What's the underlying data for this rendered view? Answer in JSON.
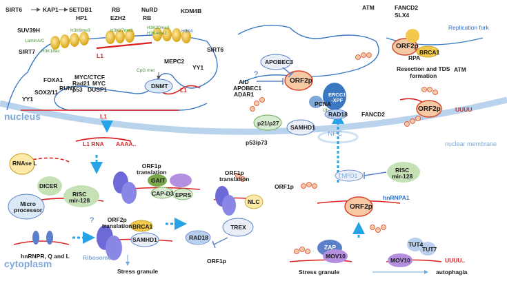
{
  "regulators_top": [
    "SIRT6",
    "KAP1",
    "SETDB1",
    "RB",
    "NuRD",
    "KDM4B"
  ],
  "chromatin": {
    "hp1": "HP1",
    "ezh2": "EZH2",
    "rb2": "RB",
    "h3k9me3": "H3K9me3",
    "h3k27me3": "H3K27me3",
    "h3k20me3": "H3K20me3",
    "h3k4me2": "H3K4me2",
    "h3k4": "H3K4",
    "suv39h": "SUV39H",
    "laminac": "LaminA/C",
    "sirt7": "SIRT7",
    "h3k18ac": "H3K18ac",
    "l1_chrom": "L1",
    "sirt6b": "SIRT6",
    "mepc2": "MEPC2",
    "cpg": "CpG met",
    "dnmt": "DNMT",
    "yy1b": "YY1",
    "l1_loop": "L1"
  },
  "tfs": {
    "foxa1": "FOXA1",
    "myc_ctcf": "MYC/CTCF",
    "sox2": "SOX2/11",
    "runx": "RUNX",
    "rad21": "Rad21",
    "myc": "MYC",
    "p53": "p53",
    "dusp1": "DUSP1",
    "yy1": "YY1",
    "l1_gene": "L1"
  },
  "nucleus": {
    "label": "nucleus",
    "npc": "NPC",
    "membrane": "nuclear membrane",
    "apobec3": "APOBEC3",
    "orf2p": "ORF2p",
    "aid_list": [
      "AID",
      "APOBEC1",
      "ADAR1"
    ],
    "q": "?",
    "ercc1": "ERCC1\n-XPF",
    "pcna": "PCNA",
    "ub": "Ub",
    "rad18": "RAD18",
    "fancd2": "FANCD2",
    "p21": "p21/p27",
    "p53p73": "p53/p73",
    "samhd1": "SAMHD1",
    "orf2p_right": "ORF2p",
    "uuuu": "UUUU"
  },
  "replication": {
    "atm": "ATM",
    "fancd2": "FANCD2",
    "slx4": "SLX4",
    "fork": "Replication fork",
    "orf2p": "ORF2p",
    "rpa": "RPA",
    "brca1": "BRCA1",
    "resection": "Resection and TDS\nformation",
    "atm2": "ATM"
  },
  "cytoplasm": {
    "label": "cytoplasm",
    "l1rna": "L1 RNA",
    "aaaa": "AAAA..",
    "rnasel": "RNAse L",
    "micro": "Micro\nprocessor",
    "dicer": "DICER",
    "risc": "RISC\nmir-128",
    "q": "?",
    "hnrnp": "hnRNPR, Q and L",
    "orf1p_tr": "ORF1p\ntranslation",
    "gait": "GAIT",
    "capd3": "CAP-D3",
    "eprs": "EPRS",
    "orf1p_tr2": "ORF1p\ntranslation",
    "nlc": "NLC",
    "orf2p_tr": "ORF2p\ntranslation",
    "brca1": "BRCA1",
    "samhd1": "SAMHD1",
    "ribosome": "Ribosome",
    "stress": "Stress granule",
    "rad18": "RAD18",
    "trex": "TREX",
    "orf1p": "ORF1p",
    "orf1p_r": "ORF1p",
    "tnpo1": "TNPO1",
    "risc2": "RISC\nmir-128",
    "hnrnpa1": "hnRNPA1",
    "orf2p": "ORF2p",
    "zap": "ZAP",
    "mov10": "MOV10",
    "tut4": "TUT4",
    "tut7": "TUT7",
    "mov10b": "MOV10",
    "uuuu": "UUUU..",
    "stress2": "Stress granule",
    "autophagia": "autophagia"
  },
  "colors": {
    "dna": "#3a78c2",
    "rna": "#d91f1f",
    "arrow_dash": "#27a3e8",
    "orf2p_fill": "#f7c8a4",
    "orf2p_stroke": "#d6452a",
    "protein_blue": "#5b7fc9",
    "protein_yellow": "#f2c94c",
    "protein_green": "#9ccc65",
    "protein_purple": "#b58fe0",
    "membrane": "#b9d3ec",
    "region_label": "#b7cde6"
  }
}
